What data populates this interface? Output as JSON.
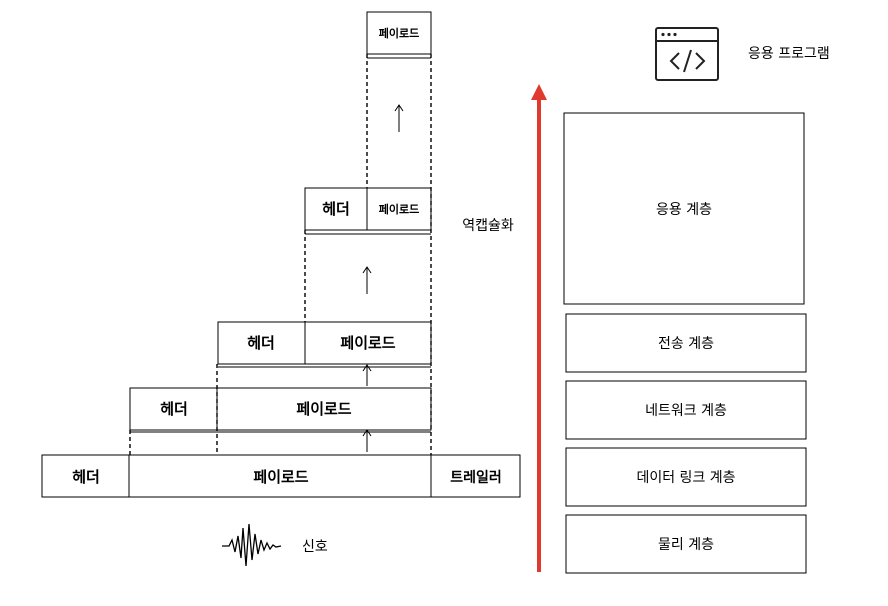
{
  "labels": {
    "header": "헤더",
    "payload": "페이로드",
    "trailer": "트레일러",
    "signal": "신호",
    "decapsulation": "역캡슐화",
    "application_program": "응용 프로그램"
  },
  "layers": {
    "application": "응용 계층",
    "transport": "전송 계층",
    "network": "네트워크 계층",
    "data_link": "데이터 링크 계층",
    "physical": "물리 계층"
  },
  "colors": {
    "arrow": "#e03a2e",
    "line": "#000000",
    "background": "#ffffff"
  },
  "icons": {
    "program": "code-window-icon",
    "signal": "signal-waveform-icon",
    "up_arrow": "up-arrow-icon"
  }
}
